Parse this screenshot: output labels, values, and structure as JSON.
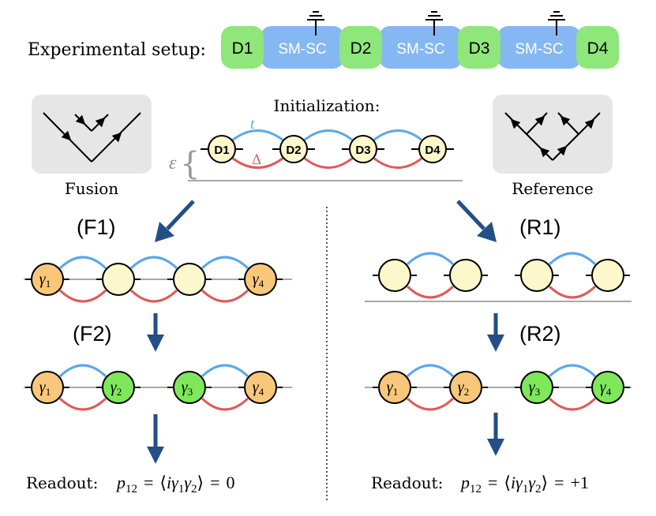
{
  "setup": {
    "label": "Experimental setup:",
    "dots": [
      "D1",
      "D2",
      "D3",
      "D4"
    ],
    "sections": [
      "SM-SC",
      "SM-SC",
      "SM-SC"
    ]
  },
  "init": {
    "title": "Initialization:",
    "hopping": "t",
    "pairing": "Δ",
    "energy": "ε",
    "brace": "{",
    "dots": [
      "D1",
      "D2",
      "D3",
      "D4"
    ]
  },
  "fusion": {
    "label": "Fusion",
    "step1": "(F1)",
    "step2": "(F2)",
    "readout_label": "Readout:",
    "readout_result": "0"
  },
  "reference": {
    "label": "Reference",
    "step1": "(R1)",
    "step2": "(R2)",
    "readout_label": "Readout:",
    "readout_result": "+1"
  },
  "math": {
    "gamma": "γ",
    "idx": [
      "1",
      "2",
      "3",
      "4"
    ],
    "p": "p",
    "p_sub": "12",
    "eq": "=",
    "langle": "⟨",
    "i": "i",
    "rangle": "⟩"
  },
  "colors": {
    "dot_green": "#8fe67a",
    "section_blue": "#85b8f2",
    "node_cream": "#fdf7cc",
    "node_orange": "#f9c77a",
    "node_green": "#7ee85a",
    "arc_blue": "#5aa7ea",
    "arc_red": "#e05a5a",
    "arrow_blue": "#234f86",
    "panel_grey": "#e6e6e6",
    "line_grey": "#a8a8a8"
  }
}
